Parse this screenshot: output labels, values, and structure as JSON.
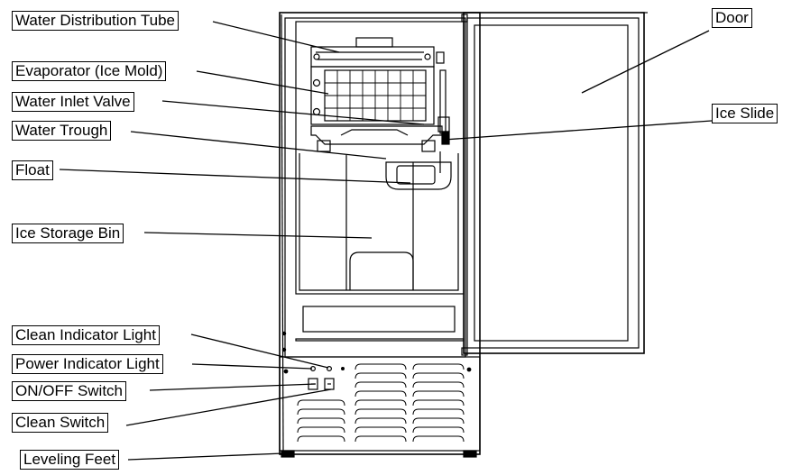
{
  "labels": {
    "water_distribution_tube": "Water Distribution Tube",
    "evaporator": "Evaporator (Ice Mold)",
    "water_inlet_valve": "Water Inlet Valve",
    "water_trough": "Water Trough",
    "float": "Float",
    "ice_storage_bin": "Ice Storage Bin",
    "door": "Door",
    "ice_slide": "Ice Slide",
    "clean_indicator_light": "Clean Indicator Light",
    "power_indicator_light": "Power Indicator Light",
    "on_off_switch": "ON/OFF Switch",
    "clean_switch": "Clean Switch",
    "leveling_feet": "Leveling Feet"
  }
}
